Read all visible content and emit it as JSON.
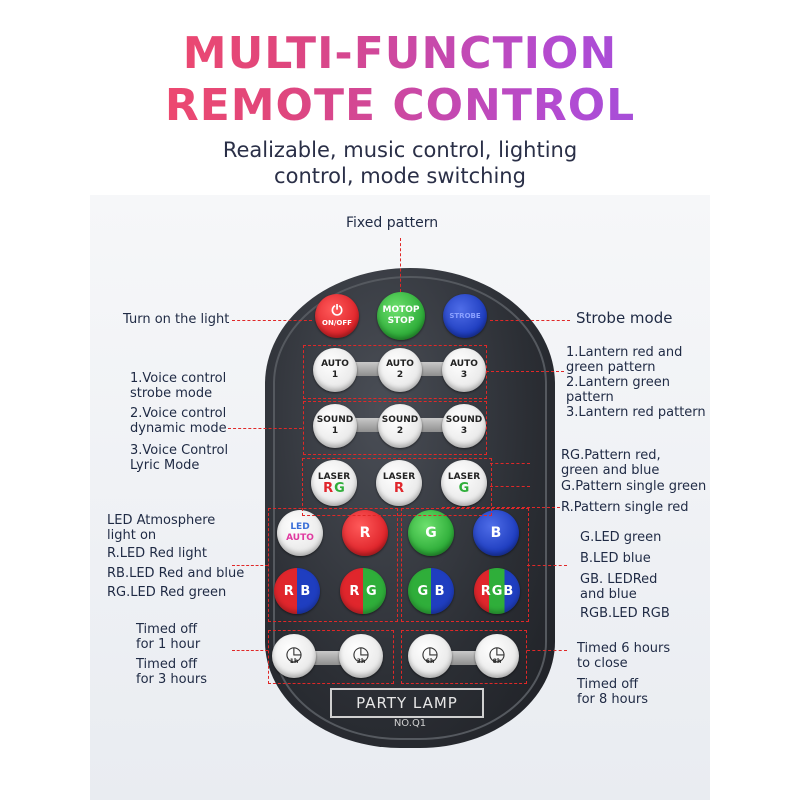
{
  "header": {
    "title_line1": "MULTI-FUNCTION",
    "title_line2": "REMOTE CONTROL",
    "subtitle_line1": "Realizable, music control, lighting",
    "subtitle_line2": "control, mode switching"
  },
  "callouts": {
    "fixed_pattern": "Fixed pattern",
    "turn_on": "Turn on the light",
    "strobe_mode": "Strobe mode",
    "voice1_a": "1.Voice control",
    "voice1_b": "strobe mode",
    "voice2_a": "2.Voice control",
    "voice2_b": "dynamic mode",
    "voice3_a": "3.Voice Control",
    "voice3_b": "Lyric Mode",
    "lantern1_a": "1.Lantern red and",
    "lantern1_b": "green pattern",
    "lantern2_a": "2.Lantern green",
    "lantern2_b": "pattern",
    "lantern3": "3.Lantern red pattern",
    "rg_a": "RG.Pattern red,",
    "rg_b": "green and blue",
    "g_pattern": "G.Pattern single green",
    "r_pattern": "R.Pattern single red",
    "led_atm_a": "LED Atmosphere",
    "led_atm_b": "light on",
    "r_led": "R.LED Red light",
    "rb_led": "RB.LED Red and blue",
    "rg_led": "RG.LED Red green",
    "g_led": "G.LED green",
    "b_led": "B.LED blue",
    "gb_led_a": "GB. LEDRed",
    "gb_led_b": "and blue",
    "rgb_led": "RGB.LED RGB",
    "t1_a": "Timed off",
    "t1_b": "for 1 hour",
    "t3_a": "Timed off",
    "t3_b": "for 3 hours",
    "t6_a": "Timed 6 hours",
    "t6_b": "to close",
    "t8_a": "Timed off",
    "t8_b": "for 8 hours"
  },
  "remote": {
    "onoff": "ON/OFF",
    "motor_a": "MOTOP",
    "motor_b": "STOP",
    "strobe": "STROBE",
    "auto": "AUTO",
    "sound": "SOUND",
    "n1": "1",
    "n2": "2",
    "n3": "3",
    "laser": "LASER",
    "r": "R",
    "g": "G",
    "b": "B",
    "led": "LED",
    "auto_small": "AUTO",
    "clock_1": "1h",
    "clock_3": "3h",
    "clock_6": "6h",
    "clock_8": "8h",
    "brand": "PARTY LAMP",
    "model": "NO.Q1"
  },
  "colors": {
    "title_start": "#ff4d5e",
    "title_end": "#8a55e6",
    "callout_line": "#e02828",
    "text": "#1f2a44"
  }
}
